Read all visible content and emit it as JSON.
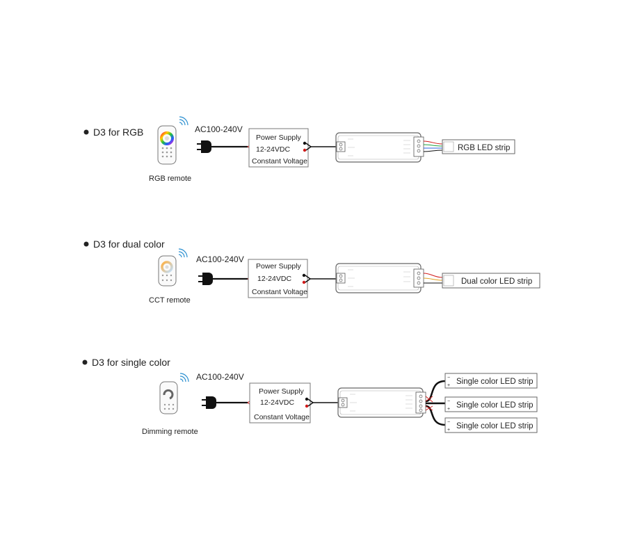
{
  "sections": [
    {
      "title": "D3 for RGB",
      "remote_label": "RGB remote",
      "remote_type": "rgb",
      "voltage": "AC100-240V",
      "ps_lines": [
        "Power Supply",
        "12-24VDC",
        "Constant Voltage"
      ],
      "output_terminals": 4,
      "strips": [
        "RGB LED strip"
      ]
    },
    {
      "title": "D3 for dual color",
      "remote_label": "CCT remote",
      "remote_type": "cct",
      "voltage": "AC100-240V",
      "ps_lines": [
        "Power Supply",
        "12-24VDC",
        "Constant Voltage"
      ],
      "output_terminals": 3,
      "strips": [
        "Dual color LED strip"
      ]
    },
    {
      "title": "D3 for single color",
      "remote_label": "Dimming remote",
      "remote_type": "dim",
      "voltage": "AC100-240V",
      "ps_lines": [
        "Power Supply",
        "12-24VDC",
        "Constant Voltage"
      ],
      "output_terminals": 4,
      "strips": [
        "Single color LED strip",
        "Single color LED strip",
        "Single color LED strip"
      ]
    }
  ],
  "colors": {
    "wire": "#111111",
    "outline": "#555555",
    "positive": "#d11a1a",
    "signal": "#2a8fd0"
  },
  "icons": [
    "bullet",
    "remote",
    "wifi-signal-icon",
    "power-plug-icon",
    "controller-box",
    "strip-terminal"
  ]
}
